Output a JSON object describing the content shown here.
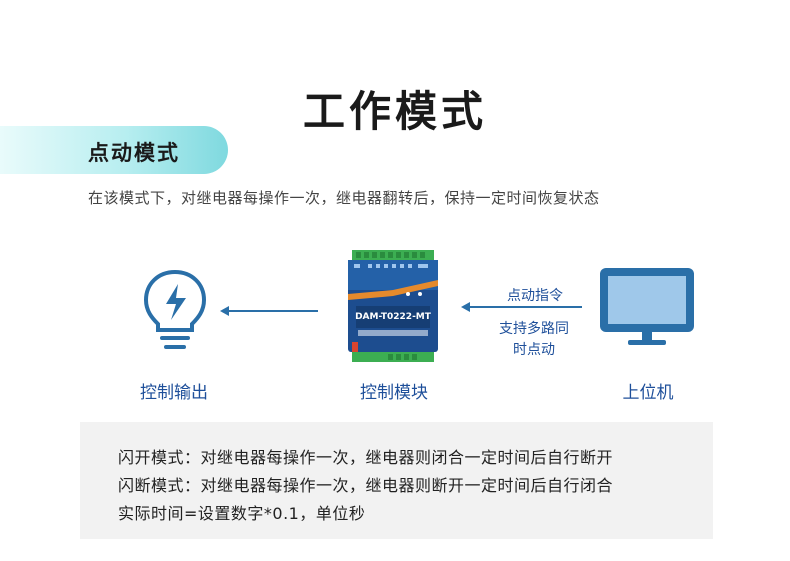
{
  "page": {
    "title": "工作模式"
  },
  "mode": {
    "title": "点动模式",
    "description": "在该模式下，对继电器每操作一次，继电器翻转后，保持一定时间恢复状态"
  },
  "diagram": {
    "output_label": "控制输出",
    "module_label": "控制模块",
    "host_label": "上位机",
    "command_line1": "点动指令",
    "command_line2": "支持多路同",
    "command_line3": "时点动",
    "device_model": "DAM-T0222-MT"
  },
  "notes": {
    "line1": "闪开模式：对继电器每操作一次，继电器则闭合一定时间后自行断开",
    "line2": "闪断模式：对继电器每操作一次，继电器则断开一定时间后自行闭合",
    "line3": "实际时间=设置数字*0.1，单位秒"
  },
  "colors": {
    "accent": "#1e4f9a",
    "icon_blue": "#2a6fa8",
    "banner_end": "#7fd9df",
    "device_blue": "#1d4d8f"
  },
  "icons": {
    "output": "lightbulb-bolt-icon",
    "host": "monitor-icon"
  }
}
